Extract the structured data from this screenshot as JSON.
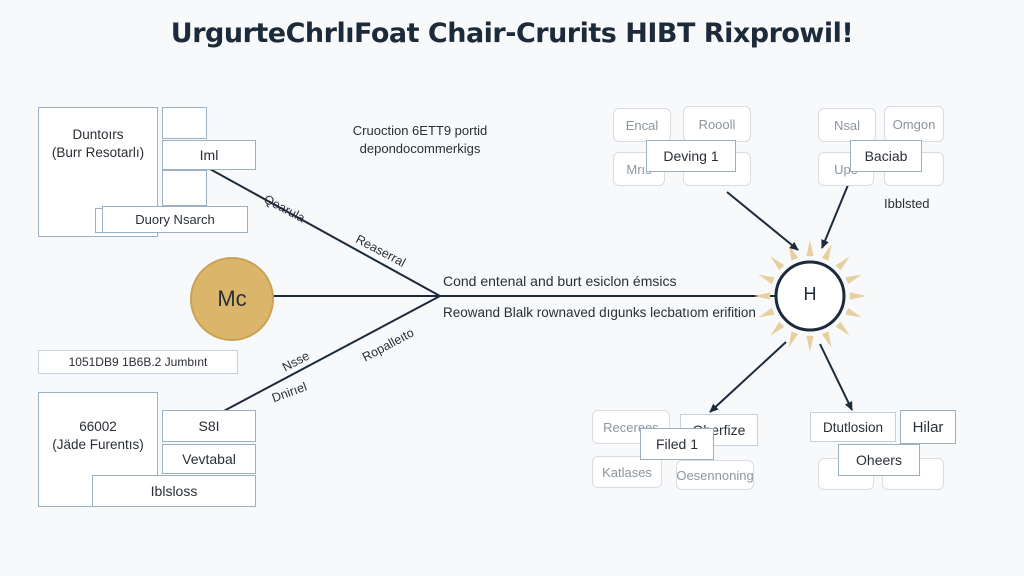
{
  "title": "UrgurteChrlıFoat Chair-Crurits HIBT Rixprowil!",
  "left": {
    "top_group": {
      "main": "Duntoırs\n(Burr Resotarlı)",
      "small": "Iml",
      "bottom": "Duory Nsarch"
    },
    "bottom_group": {
      "banner": "1051DB9 1B6B.2 Jumbınt",
      "main": "66002\n(Jäde Furentıs)",
      "small": "S8I",
      "mid": "Vevtabal",
      "bottom": "Iblsloss"
    },
    "mc_label": "Mc"
  },
  "edges": {
    "upper_a": "Qearula",
    "upper_b": "Reaserral",
    "lower_a": "Nsse",
    "lower_b": "Dnirıel",
    "lower_c": "Ropalleıto",
    "center_top": "Cruoction 6ETT9 portid\ndepondocommerkigs",
    "center_mid": "Cond entenal and burt esiclon émsics",
    "center_bot": "Reowand Blalk rownaved dıgunks lecbatıom erifition"
  },
  "right": {
    "hub": "H",
    "tl": {
      "c1": "Encal",
      "c2": "Roooll",
      "c3": "Mrıs",
      "c4": "",
      "box": "Deving 1"
    },
    "tr": {
      "c1": "Nsal",
      "c2": "Omgon",
      "c3": "Upe",
      "c4": "",
      "box": "Baciab",
      "side": "Ibblsted"
    },
    "bl": {
      "c1": "Recerees",
      "c2": "",
      "c3": "Katlases",
      "c4": "Oesennoning",
      "box": "Filed 1",
      "box2": "Oberfize"
    },
    "br": {
      "c1": "Dtutlosion",
      "c2": "Hilar",
      "c3": "",
      "c4": "",
      "box": "Oheers"
    }
  },
  "colors": {
    "accent_gold": "#dbb56a",
    "box_border": "#9ab0c4",
    "line": "#1d2a3a",
    "sun_ray": "#e8cfa0"
  }
}
